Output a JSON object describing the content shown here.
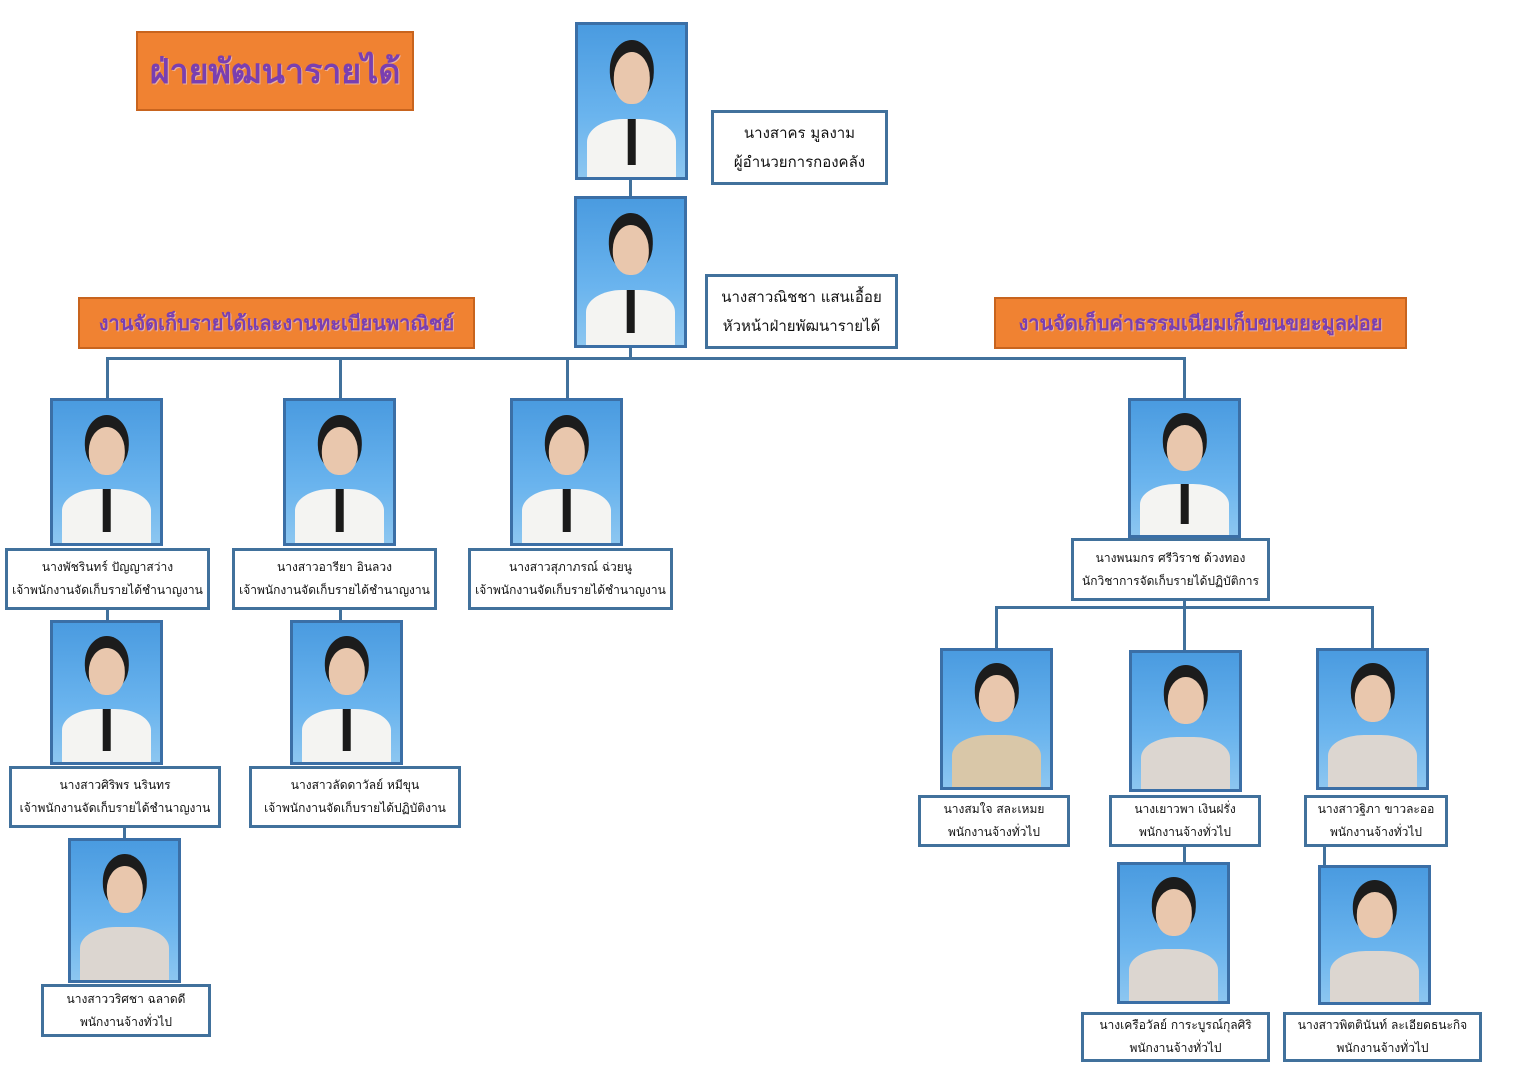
{
  "title": "ฝ่ายพัฒนารายได้",
  "sections": {
    "left": "งานจัดเก็บรายได้และงานทะเบียนพาณิชย์",
    "right": "งานจัดเก็บค่าธรรมเนียมเก็บขนขยะมูลฝอย"
  },
  "people": [
    {
      "name": "นางสาคร   มูลงาม",
      "position": "ผู้อำนวยการกองคลัง"
    },
    {
      "name": "นางสาวณิชชา  แสนเอื้อย",
      "position": "หัวหน้าฝ่ายพัฒนารายได้"
    },
    {
      "name": "นางพัชรินทร์  ปัญญาสว่าง",
      "position": "เจ้าพนักงานจัดเก็บรายได้ชำนาญงาน"
    },
    {
      "name": "นางสาวอารียา  อินลวง",
      "position": "เจ้าพนักงานจัดเก็บรายได้ชำนาญงาน"
    },
    {
      "name": "นางสาวสุภาภรณ์  ฉ่วยนู",
      "position": "เจ้าพนักงานจัดเก็บรายได้ชำนาญงาน"
    },
    {
      "name": "นางสาวศิริพร  นรินทร",
      "position": "เจ้าพนักงานจัดเก็บรายได้ชำนาญงาน"
    },
    {
      "name": "นางสาวลัดดาวัลย์  หมีขุน",
      "position": "เจ้าพนักงานจัดเก็บรายได้ปฏิบัติงาน"
    },
    {
      "name": "นางสาววริศชา  ฉลาดดี",
      "position": "พนักงานจ้างทั่วไป"
    },
    {
      "name": "นางพนมกร ศรีวิราช ด้วงทอง",
      "position": "นักวิชาการจัดเก็บรายได้ปฏิบัติการ"
    },
    {
      "name": "นางสมใจ  สละเหมย",
      "position": "พนักงานจ้างทั่วไป"
    },
    {
      "name": "นางเยาวพา  เงินฝรั่ง",
      "position": "พนักงานจ้างทั่วไป"
    },
    {
      "name": "นางสาวฐิภา  ขาวละออ",
      "position": "พนักงานจ้างทั่วไป"
    },
    {
      "name": "นางเครือวัลย์  การะบูรณ์กุลศิริ",
      "position": "พนักงานจ้างทั่วไป"
    },
    {
      "name": "นางสาวพิตตินันท์   ละเอียดธนะกิจ",
      "position": "พนักงานจ้างทั่วไป"
    }
  ]
}
